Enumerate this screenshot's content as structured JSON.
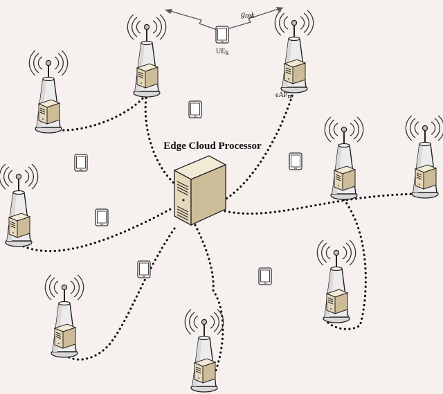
{
  "title": "Edge Cloud Processor",
  "labels": {
    "ue": "UE",
    "ue_sub": "k",
    "eap": "eAP",
    "eap_sub": "m",
    "channel": "g",
    "channel_sub": "mk"
  },
  "colors": {
    "background": "#f6f0ef",
    "server_body": "#e6d8bb",
    "server_top": "#f3ead6",
    "server_side": "#cdbc98",
    "link": "#111111"
  },
  "access_points": [
    {
      "id": "ap-top-left"
    },
    {
      "id": "ap-top-center"
    },
    {
      "id": "ap-top-right-eapm"
    },
    {
      "id": "ap-left"
    },
    {
      "id": "ap-right-inner"
    },
    {
      "id": "ap-right-outer"
    },
    {
      "id": "ap-right-lower"
    },
    {
      "id": "ap-bottom-left"
    },
    {
      "id": "ap-bottom-center"
    }
  ],
  "devices": [
    {
      "id": "device-1"
    },
    {
      "id": "device-2"
    },
    {
      "id": "device-3"
    },
    {
      "id": "device-4"
    },
    {
      "id": "device-5"
    },
    {
      "id": "device-6"
    },
    {
      "id": "device-ue-k"
    }
  ],
  "icons": {
    "server": "server-tower-icon",
    "ap": "wireless-access-point-icon",
    "device": "mobile-device-icon",
    "wireless": "lightning-link-icon"
  }
}
